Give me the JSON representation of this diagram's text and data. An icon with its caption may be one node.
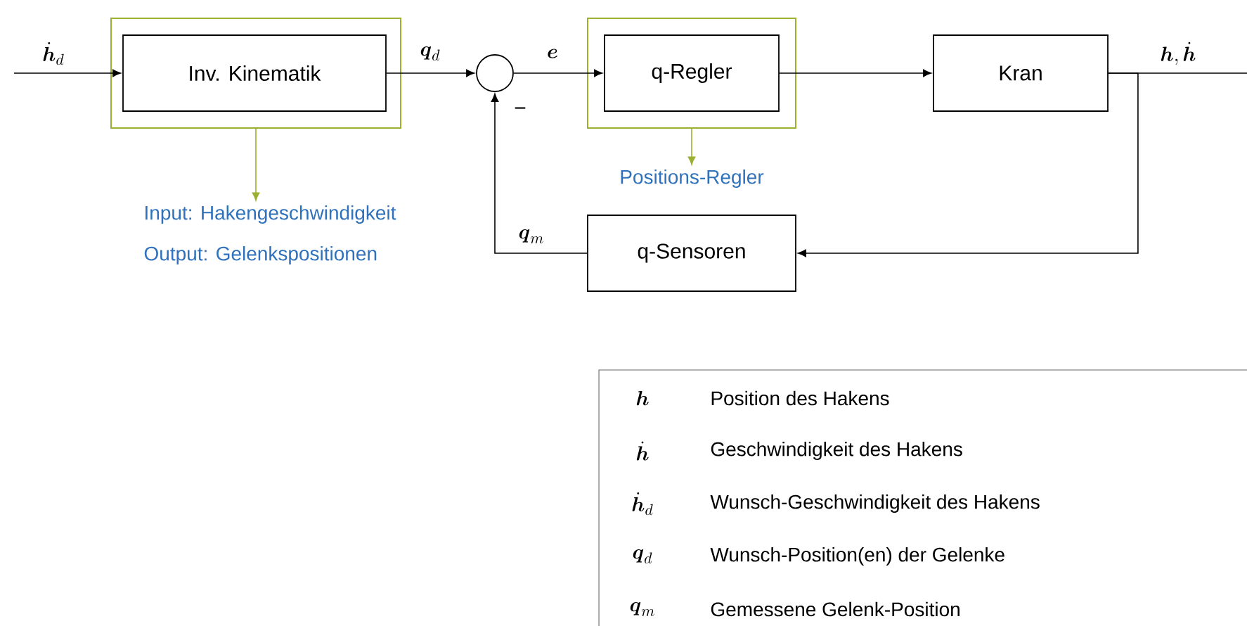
{
  "diagram": {
    "nodes": [
      {
        "text": [],
        "shape": "box"
      },
      {
        "text": [
          "Inv. Kinematik"
        ],
        "in": 0
      },
      {
        "text": [],
        "shape": "circle"
      },
      {
        "text": [],
        "shape": "box"
      },
      {
        "text": [
          "q-Regler"
        ],
        "in": 3
      },
      {
        "text": [
          "Kran"
        ]
      },
      {
        "text": [
          "q-Sensoren"
        ]
      },
      {
        "text": [
          "Input: Hakengeschwindigkeit",
          "Output: Gelenkspositionen"
        ]
      },
      {
        "text": [
          "Positions-Regler"
        ]
      }
    ],
    "edges": [
      {
        "from": null,
        "to": 1,
        "arrow": "to",
        "label": "\\dot{\\boldsymbol{h}}_d"
      },
      {
        "from": 1,
        "to": 2,
        "arrow": "to",
        "label": "\\boldsymbol{q}_d"
      },
      {
        "from": 2,
        "to": 4,
        "arrow": "to",
        "label": "\\boldsymbol{e}"
      },
      {
        "from": 4,
        "to": 5,
        "arrow": "to"
      },
      {
        "from": 5,
        "to": null,
        "arrow": "none",
        "label": "\\boldsymbol{h}, \\dot{\\boldsymbol{h}}"
      },
      {
        "from": 5,
        "to": 6,
        "arrow": "to"
      },
      {
        "from": 6,
        "to": 2,
        "arrow": "to",
        "label": "\\boldsymbol{q}_m"
      },
      {
        "from": 0,
        "to": 7,
        "arrow": "to",
        "color": "#9bb031"
      },
      {
        "from": 3,
        "to": 8,
        "arrow": "to",
        "color": "#9bb031"
      }
    ],
    "labels": [
      "−",
      "\\boldsymbol{h}",
      "Position des Hakens",
      "\\dot{\\boldsymbol{h}}",
      "Geschwindigkeit des Hakens",
      "\\dot{\\boldsymbol{h}}_d",
      "Wunsch-Geschwindigkeit des Hakens",
      "\\boldsymbol{q}_d",
      "Wunsch-Position(en) der Gelenke",
      "\\boldsymbol{q}_m",
      "Gemessene Gelenk-Position"
    ]
  }
}
